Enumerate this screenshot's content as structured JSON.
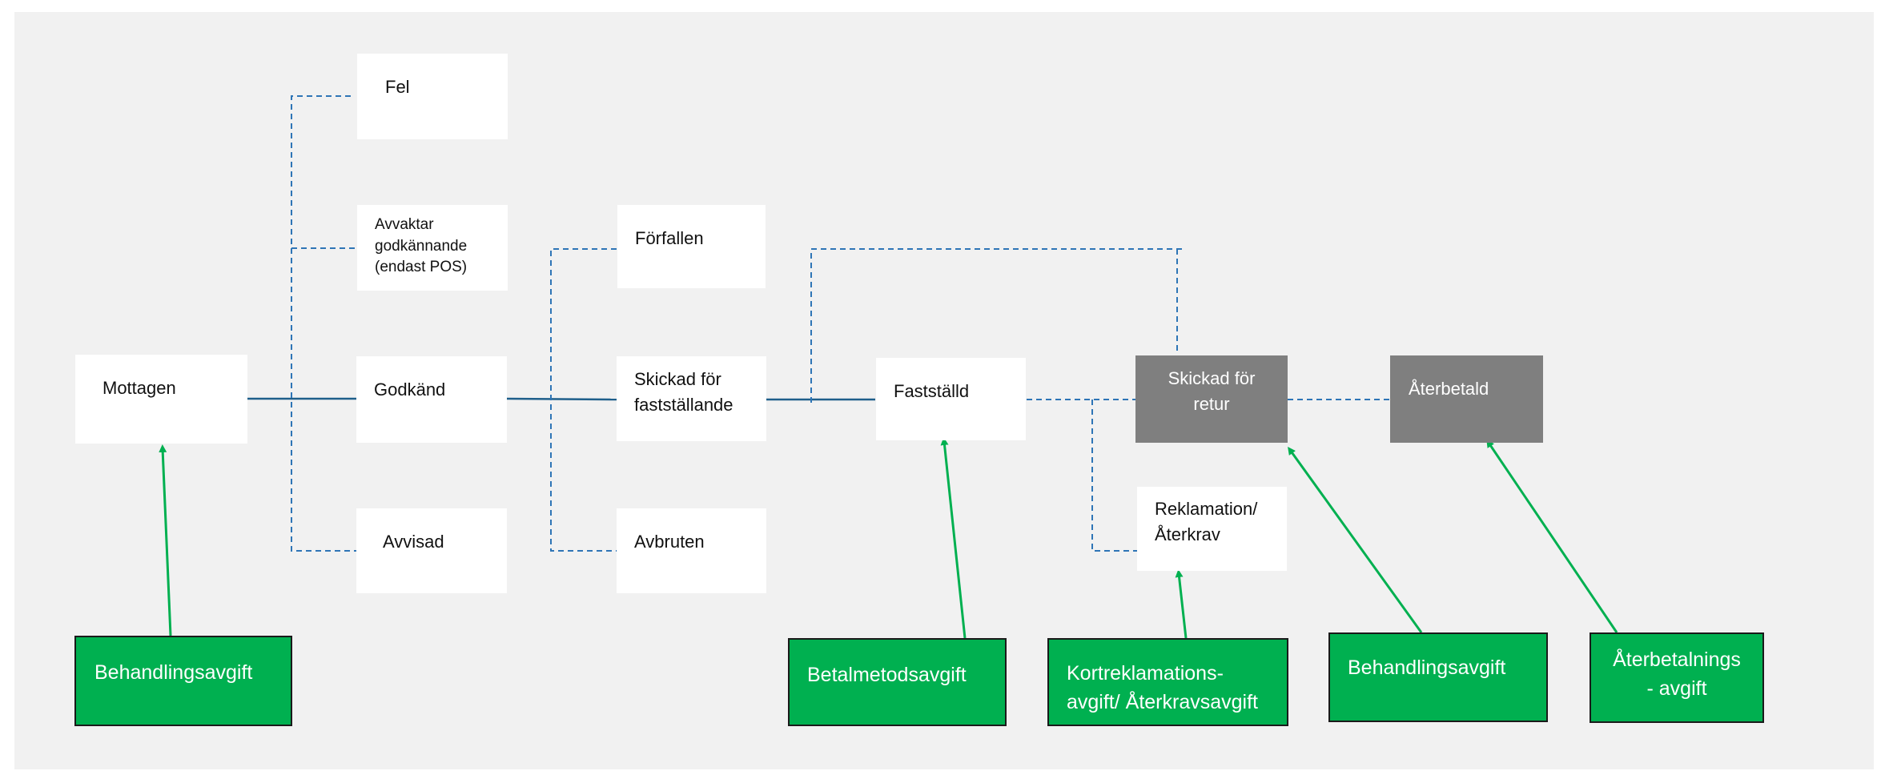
{
  "colors": {
    "canvas": "#f1f1f1",
    "status_box": "#ffffff",
    "refund_box": "#7f7f7f",
    "fee_box": "#00b050",
    "main_flow_line": "#1f5f8b",
    "alt_flow_line": "#2e75b6",
    "fee_arrow": "#00b050"
  },
  "statuses": {
    "mottagen": "Mottagen",
    "fel": "Fel",
    "avvaktar": "Avvaktar\ngodkännande\n(endast POS)",
    "godkand": "Godkänd",
    "avvisad": "Avvisad",
    "forfallen": "Förfallen",
    "skickad_faststallande": "Skickad för\nfastställande",
    "avbruten": "Avbruten",
    "faststalld": "Fastställd",
    "skickad_retur": "Skickad för\nretur",
    "aterbetald": "Återbetald",
    "reklamation": "Reklamation/\nÅterkrav"
  },
  "fees": {
    "behandlingsavgift_1": "Behandlingsavgift",
    "betalmetodsavgift": "Betalmetodsavgift",
    "kortreklamation": "Kortreklamations-\navgift/ Återkravsavgift",
    "behandlingsavgift_2": "Behandlingsavgift",
    "aterbetalningsavgift": "Återbetalnings\n- avgift"
  }
}
